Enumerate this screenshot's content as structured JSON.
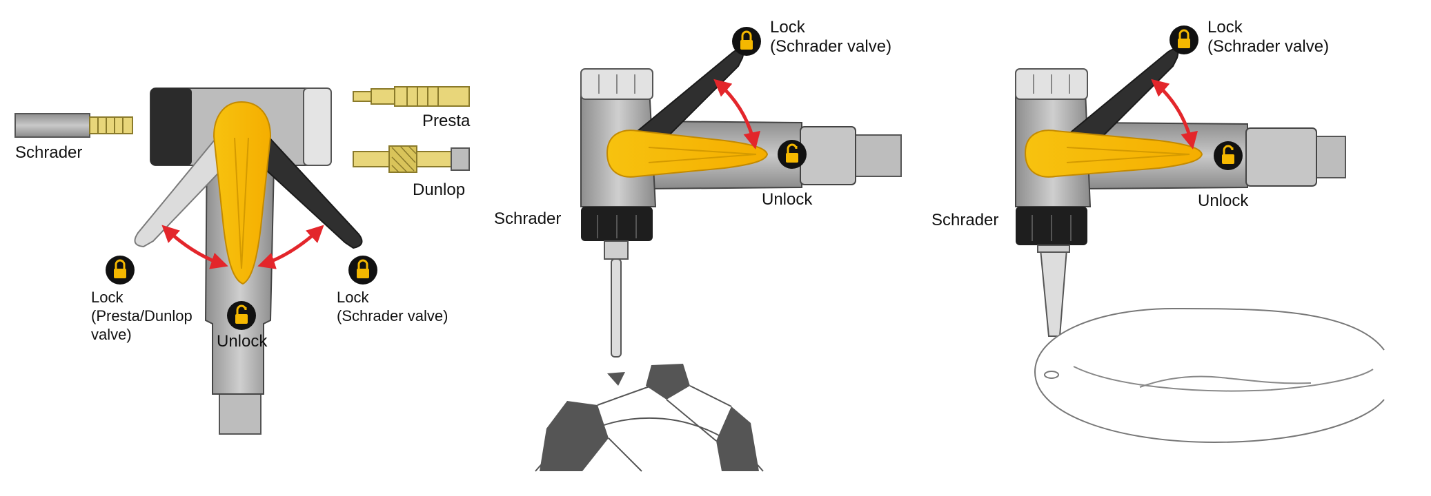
{
  "colors": {
    "lever_yellow": "#f5b800",
    "lever_dark": "#2f2f2f",
    "lever_light": "#d8d8d8",
    "body_grey": "#a9a9a9",
    "cap_black": "#1e1e1e",
    "arrow_red": "#e3262b",
    "brass": "#e8d67a",
    "icon_black": "#111111",
    "icon_gold": "#f5b800"
  },
  "icons": {
    "lock": "lock-icon",
    "unlock": "unlock-icon"
  },
  "panel1": {
    "schrader": "Schrader",
    "presta": "Presta",
    "dunlop": "Dunlop",
    "lock_presta_dunlop": "Lock\n(Presta/Dunlop\n valve)",
    "lock_schrader": "Lock\n(Schrader valve)",
    "unlock": "Unlock"
  },
  "panel2": {
    "lock_schrader": "Lock\n(Schrader valve)",
    "unlock": "Unlock",
    "schrader": "Schrader"
  },
  "panel3": {
    "lock_schrader": "Lock\n(Schrader valve)",
    "unlock": "Unlock",
    "schrader": "Schrader"
  }
}
